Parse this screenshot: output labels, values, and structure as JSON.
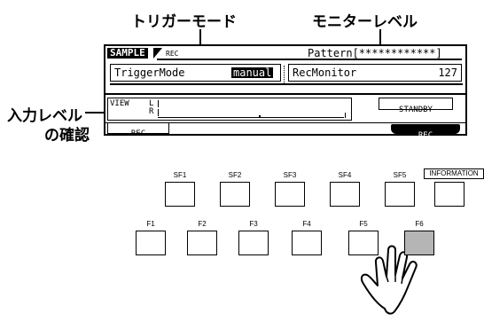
{
  "callouts": {
    "trigger_mode": "トリガーモード",
    "monitor_level": "モニターレベル",
    "input_level_line1": "入力レベル",
    "input_level_line2": "の確認"
  },
  "lcd": {
    "mode_tab": "SAMPLE",
    "mode_sub": "REC",
    "pattern_label": "Pattern[************]",
    "trigger_param": "TriggerMode",
    "trigger_value": "manual",
    "monitor_param": "RecMonitor",
    "monitor_value": "127",
    "view_label": "VIEW",
    "channel_l": "L",
    "channel_r": "R",
    "standby_button": "STANDBY",
    "rec_tab_left": "REC",
    "rec_tab_right": "REC"
  },
  "buttons": {
    "sf": [
      "SF1",
      "SF2",
      "SF3",
      "SF4",
      "SF5"
    ],
    "information": "INFORMATION",
    "f": [
      "F1",
      "F2",
      "F3",
      "F4",
      "F5",
      "F6"
    ]
  },
  "colors": {
    "pressed_button": "#b5b5b5",
    "lcd_ink": "#000000"
  },
  "icons": {
    "pointer": "pointing-hand-icon"
  }
}
